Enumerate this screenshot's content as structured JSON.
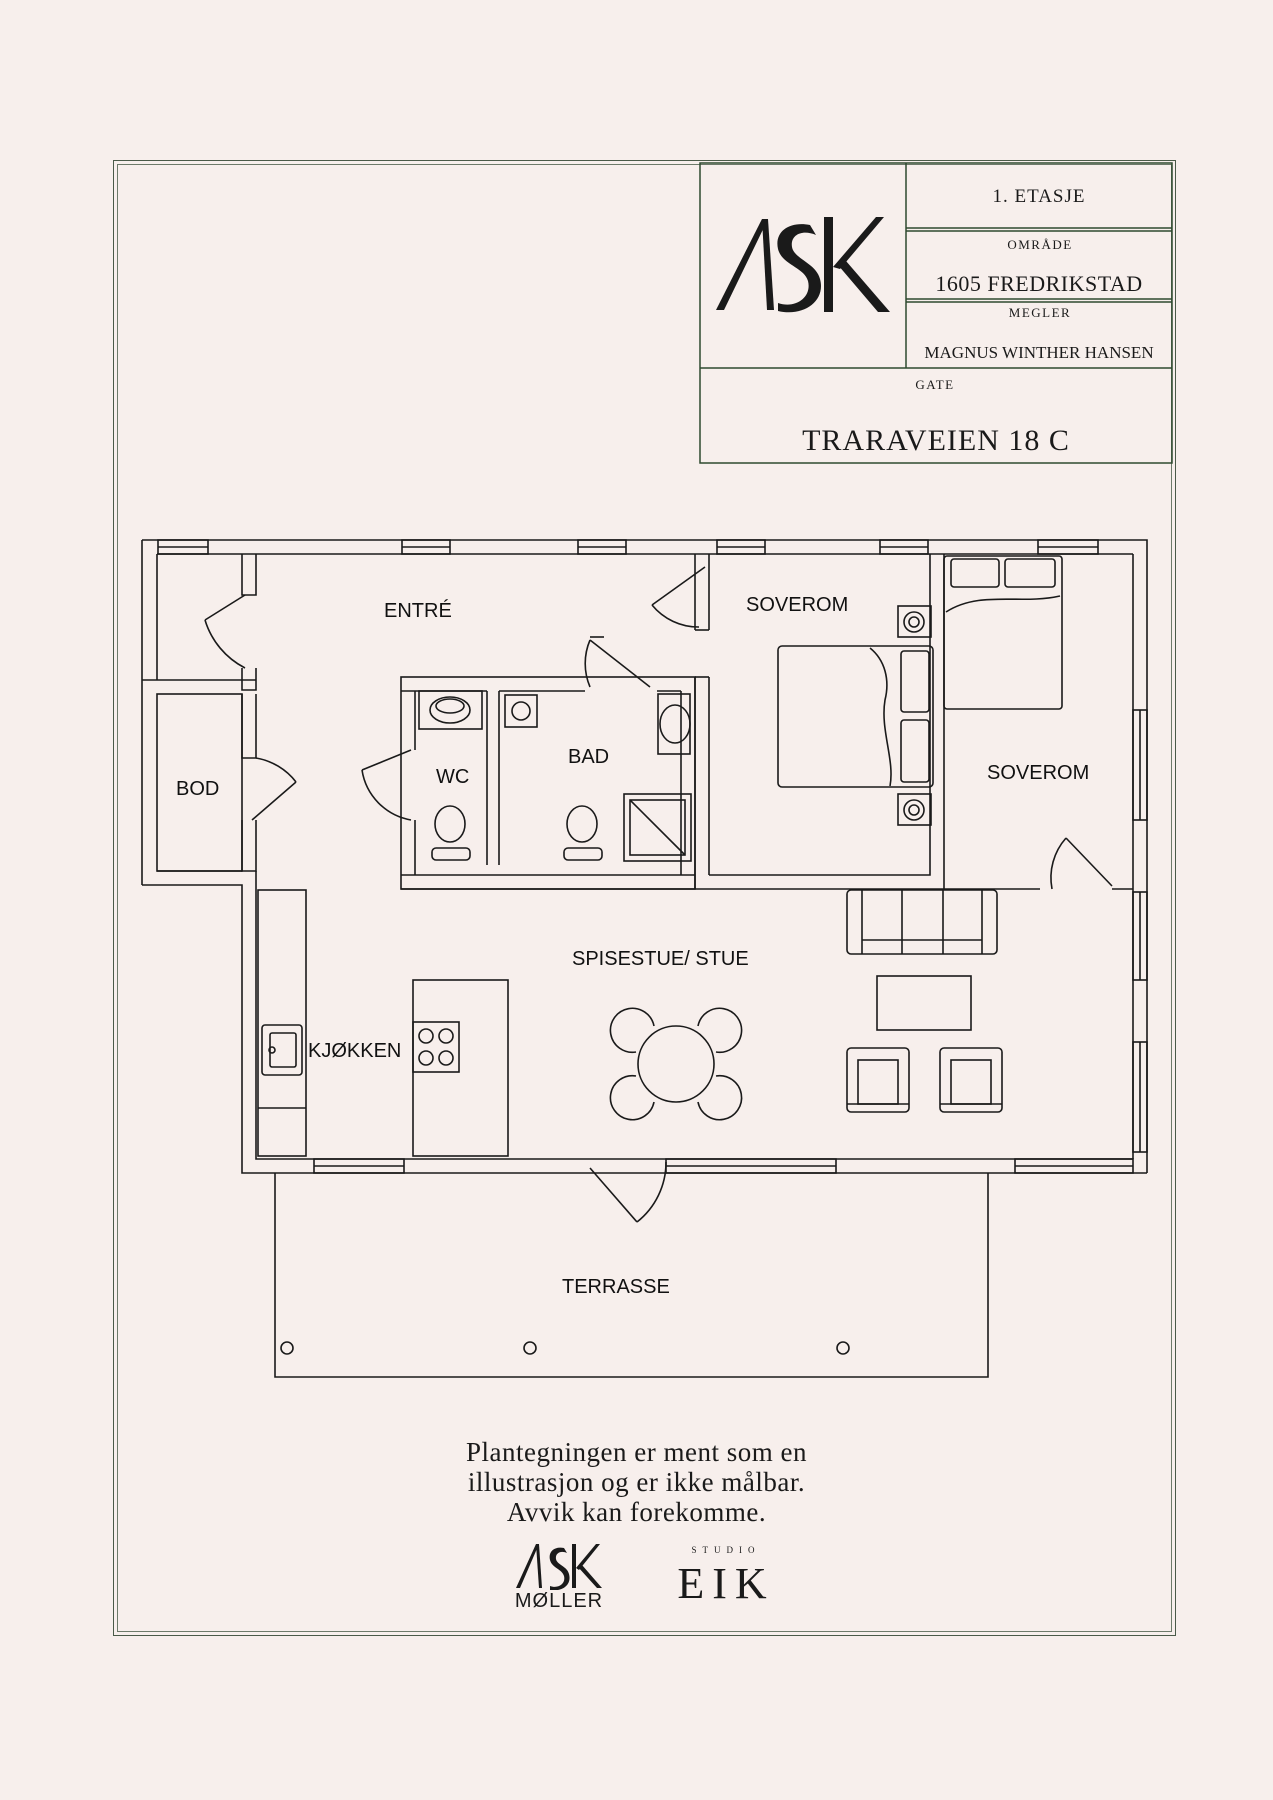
{
  "title_block": {
    "floor": "1. ETASJE",
    "area_label": "OMRÅDE",
    "area_value": "1605 FREDRIKSTAD",
    "broker_label": "MEGLER",
    "broker_value": "MAGNUS WINTHER HANSEN",
    "street_label": "GATE",
    "street_value": "TRARAVEIEN 18 C",
    "logo": "ASK"
  },
  "rooms": {
    "entre": "ENTRÉ",
    "soverom1": "SOVEROM",
    "soverom2": "SOVEROM",
    "bad": "BAD",
    "wc": "WC",
    "bod": "BOD",
    "stue": "SPISESTUE/ STUE",
    "kjokken": "KJØKKEN",
    "terrasse": "TERRASSE"
  },
  "footer": {
    "disclaimer_1": "Plantegningen er ment som en",
    "disclaimer_2": "illustrasjon og er ikke målbar.",
    "disclaimer_3": "Avvik kan forekomme.",
    "logo_ask": "ASK",
    "logo_moller": "MØLLER",
    "logo_studio": "STUDIO",
    "logo_eik": "EIK"
  }
}
